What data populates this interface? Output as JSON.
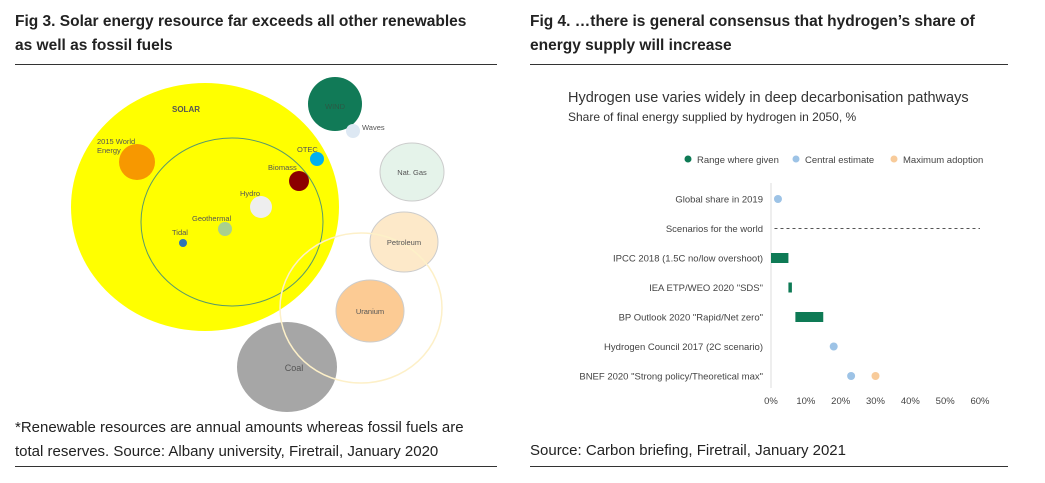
{
  "fig3": {
    "title_line1": "Fig 3.  Solar energy resource far exceeds all other renewables",
    "title_line2": "as well as fossil fuels",
    "labels": {
      "solar": "SOLAR",
      "world1": "2015 World",
      "world2": "Energy",
      "wind": "WIND",
      "waves": "Waves",
      "otec": "OTEC",
      "biomass": "Biomass",
      "hydro": "Hydro",
      "geothermal": "Geothermal",
      "tidal": "Tidal",
      "natgas": "Nat. Gas",
      "petroleum": "Petroleum",
      "uranium": "Uranium",
      "coal": "Coal"
    },
    "note_line1": "*Renewable resources are annual amounts whereas fossil fuels are",
    "note_line2": "total reserves. Source: Albany university, Firetrail, January 2020"
  },
  "fig4": {
    "title_line1": "Fig 4. …there is general consensus that hydrogen’s share of",
    "title_line2": "energy supply will increase",
    "source": "Source: Carbon briefing, Firetrail, January 2021"
  },
  "chart_data": {
    "type": "bar",
    "title": "Hydrogen use varies widely in deep decarbonisation pathways",
    "subtitle": "Share of final energy supplied by hydrogen in 2050, %",
    "legend": [
      {
        "name": "Range where given",
        "color": "#0e7a55"
      },
      {
        "name": "Central estimate",
        "color": "#9dc3e6"
      },
      {
        "name": "Maximum adoption",
        "color": "#f8cb9a"
      }
    ],
    "xlim": [
      0,
      60
    ],
    "xticks": [
      "0%",
      "10%",
      "20%",
      "30%",
      "40%",
      "50%",
      "60%"
    ],
    "categories": [
      "Global share in 2019",
      "Scenarios for the world",
      "IPCC 2018 (1.5C no/low overshoot)",
      "IEA ETP/WEO 2020 \"SDS\"",
      "BP Outlook 2020 \"Rapid/Net zero\"",
      "Hydrogen Council 2017 (2C scenario)",
      "BNEF 2020 \"Strong policy/Theoretical max\""
    ],
    "ranges": [
      null,
      null,
      [
        0,
        5
      ],
      [
        5,
        6
      ],
      [
        7,
        15
      ],
      null,
      null
    ],
    "central": [
      2,
      null,
      null,
      null,
      null,
      18,
      23
    ],
    "maximum": [
      null,
      null,
      null,
      null,
      null,
      null,
      30
    ]
  }
}
